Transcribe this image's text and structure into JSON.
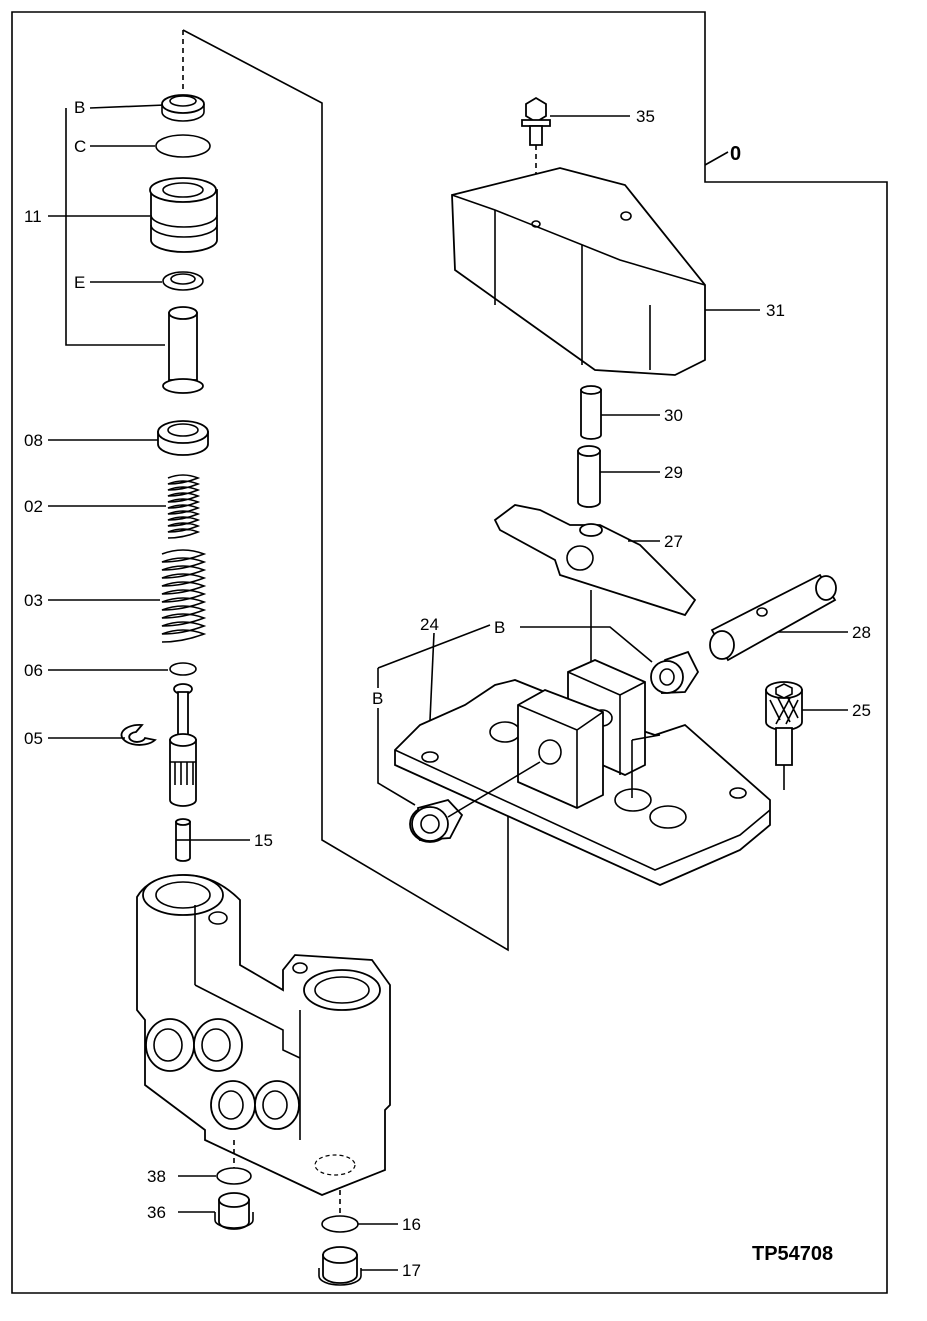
{
  "drawing_id": "TP54708",
  "group_label": "0",
  "callouts": {
    "B": "B",
    "C": "C",
    "E": "E",
    "11": "11",
    "08": "08",
    "02": "02",
    "03": "03",
    "06": "06",
    "05": "05",
    "15": "15",
    "38": "38",
    "36": "36",
    "16": "16",
    "17": "17",
    "35": "35",
    "31": "31",
    "30": "30",
    "29": "29",
    "27": "27",
    "24": "24",
    "B2": "B",
    "B3": "B",
    "28": "28",
    "25": "25"
  }
}
